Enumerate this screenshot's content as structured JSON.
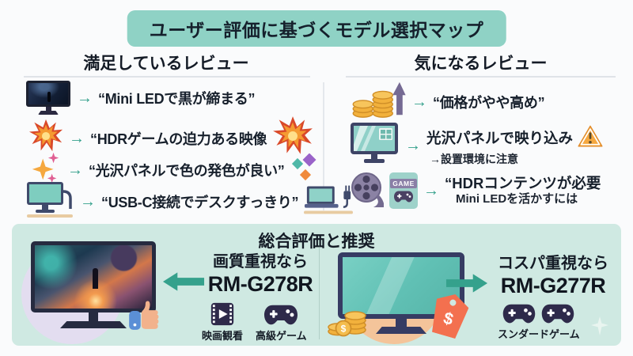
{
  "title": "ユーザー評価に基づくモデル選択マップ",
  "arrow_glyph": "→",
  "satisfied": {
    "header": "満足しているレビュー",
    "items": [
      {
        "icon": "monitor-dark-icon",
        "text": "“Mini LEDで黒が締まる”"
      },
      {
        "icon": "explosion-icon",
        "text": "“HDRゲームの迫力ある映像",
        "trailing_icon": "explosion-icon"
      },
      {
        "icon": "sparkles-icon",
        "text": "“光沢パネルで色の発色が良い”",
        "trailing_icon": "diamond-sparkles-icon"
      },
      {
        "icon": "monitor-usbc-icon",
        "text": "“USB-C接続でデスクすっきり”",
        "trailing_icon": "laptop-plug-icon"
      }
    ]
  },
  "concerns": {
    "header": "気になるレビュー",
    "items": [
      {
        "icon": "coins-rising-icon",
        "text": "“価格がやや高め”"
      },
      {
        "icon": "glossy-monitor-icon",
        "text": "光沢パネルで映り込み",
        "subtext": "→設置環境に注意",
        "trailing_icon": "warning-icon"
      },
      {
        "icon": "film-reel-game-icon",
        "card_label": "GAME",
        "text": "“HDRコンテンツが必要",
        "subtext": "Mini LEDを活かすには"
      }
    ]
  },
  "summary": {
    "header": "総合評価と推奨",
    "left": {
      "caption": "画質重視なら",
      "model": "RM-G278R",
      "badges": [
        {
          "icon": "movie-icon",
          "label": "映画観看"
        },
        {
          "icon": "gamepad-icon",
          "label": "高級ゲーム"
        }
      ]
    },
    "right": {
      "caption": "コスパ重視なら",
      "model": "RM-G277R",
      "badge_icons": [
        "gamepad-icon",
        "gamepad-icon"
      ],
      "badge_label": "スンダードゲーム",
      "currency_symbol": "$"
    }
  },
  "colors": {
    "banner_bg": "#8fd2c5",
    "panel_bg": "#cfe9e2",
    "accent_teal": "#35a18c",
    "text_dark": "#17202c",
    "warning_orange": "#f5a83f",
    "coin_gold": "#f2b13c",
    "tag_orange": "#f3704f",
    "arrow_purple": "#756a93"
  }
}
